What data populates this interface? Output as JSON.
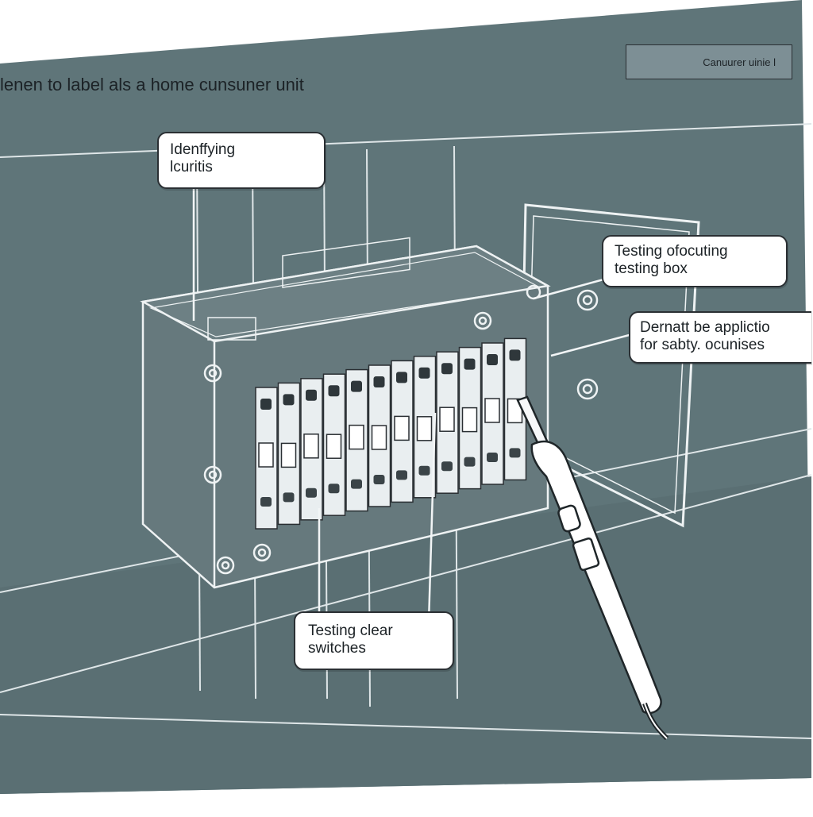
{
  "page": {
    "title": "lenen to label als a home cunsuner unit",
    "chip_label": "Canuurer uinie l"
  },
  "callouts": [
    {
      "id": "identifying",
      "lines": [
        "Idenffying",
        "lcuritis"
      ]
    },
    {
      "id": "testing-box",
      "lines": [
        "Testing ofocuting",
        "testing box"
      ]
    },
    {
      "id": "safety",
      "lines": [
        "Dernatt be applictio",
        "for sabty. ocunises"
      ]
    },
    {
      "id": "switches",
      "lines": [
        "Testing clear",
        "switches"
      ]
    }
  ],
  "colors": {
    "panel": "#5f7579",
    "panel_dark": "#4f6367",
    "line": "#e9eef0",
    "ink": "#2a2f33",
    "callout_bg": "#ffffff"
  },
  "icons": [
    "consumer-unit-illustration",
    "breaker-switch-icon",
    "voltage-tester-pen-icon"
  ]
}
